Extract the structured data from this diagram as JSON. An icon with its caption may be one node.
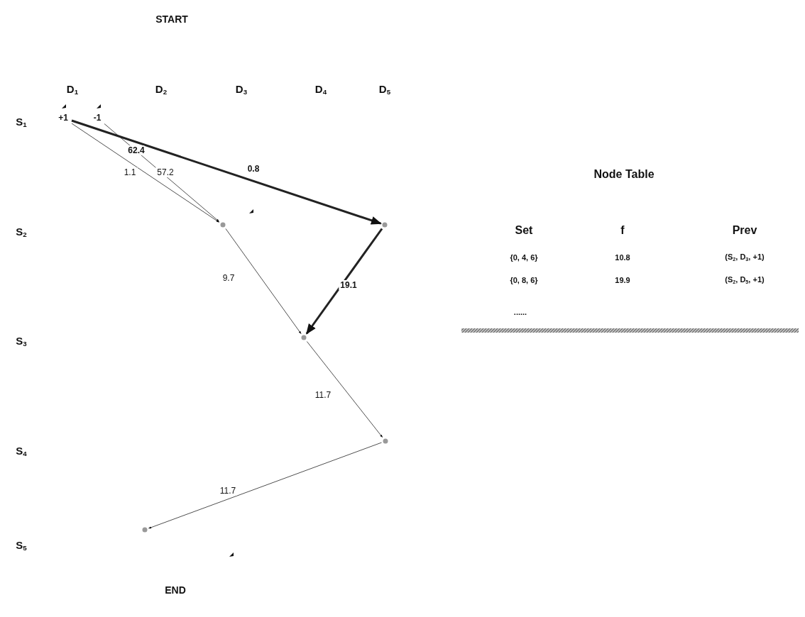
{
  "diagram": {
    "nodes": [
      {
        "text": [
          "+1"
        ]
      },
      {
        "text": [
          "-1"
        ]
      },
      {
        "text": [],
        "shape": "point"
      },
      {
        "text": [],
        "shape": "point"
      },
      {
        "text": [],
        "shape": "point"
      },
      {
        "text": [],
        "shape": "point"
      },
      {
        "text": [],
        "shape": "point"
      }
    ],
    "edges": [
      {
        "from": 0,
        "to": 2,
        "arrow": "to",
        "label": "1.1"
      },
      {
        "from": 1,
        "to": 2,
        "arrow": "to",
        "label": "57.2"
      },
      {
        "from": 0,
        "to": 3,
        "arrow": "to",
        "label": "0.8",
        "style": "thick"
      },
      {
        "from": 2,
        "to": 4,
        "arrow": "to",
        "label": "9.7"
      },
      {
        "from": 3,
        "to": 4,
        "arrow": "to",
        "label": "19.1",
        "style": "thick"
      },
      {
        "from": 4,
        "to": 5,
        "arrow": "to",
        "label": "11.7"
      },
      {
        "from": 5,
        "to": 6,
        "arrow": "to",
        "label": "11.7"
      }
    ],
    "labels": [
      "START",
      "D$_{1}$",
      "D$_{2}$",
      "D$_{3}$",
      "D$_{4}$",
      "D$_{5}$",
      "S$_{1}$",
      "S$_{2}$",
      "S$_{3}$",
      "S$_{4}$",
      "S$_{5}$",
      "62.4",
      "Node Table",
      "Set",
      "f",
      "Prev",
      "{0, 4, 6}",
      "10.8",
      "(S$_{2}$, D$_{3}$, +1)",
      "{0, 8, 6}",
      "19.9",
      "(S$_{2}$, D$_{5}$, +1)",
      "......",
      "END"
    ]
  }
}
